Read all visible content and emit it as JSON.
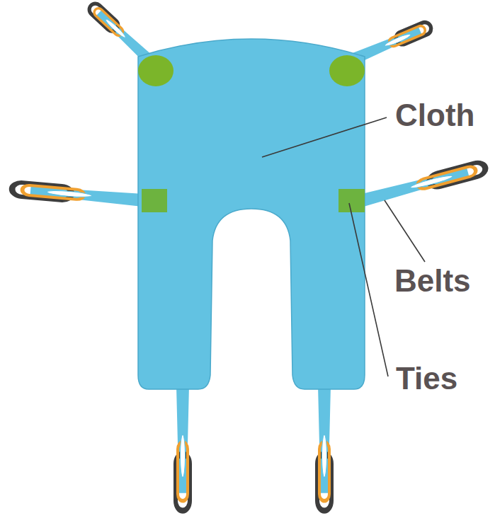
{
  "diagram": {
    "labels": [
      "Cloth",
      "Belts",
      "Ties"
    ]
  }
}
